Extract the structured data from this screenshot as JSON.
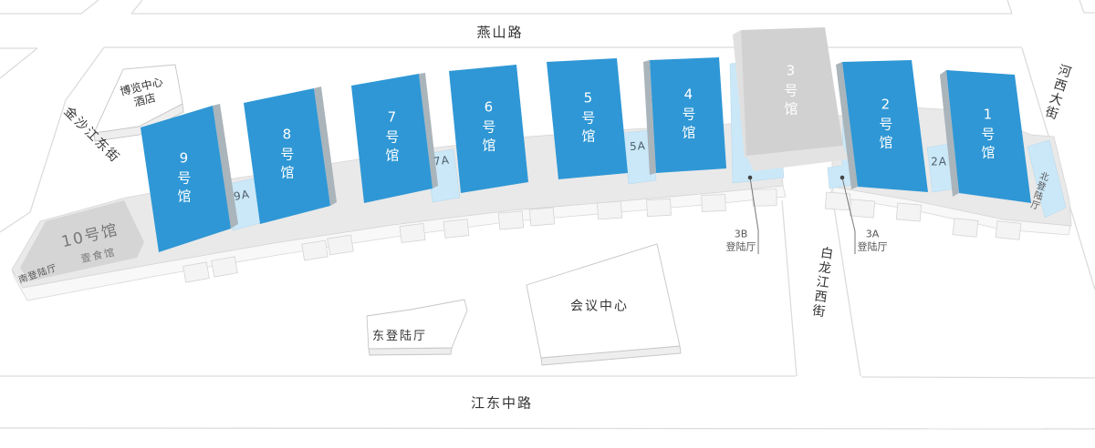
{
  "streets": {
    "yanshan": "燕山路",
    "jiangdong": "江东中路",
    "jinshajiang": "金沙江东街",
    "hexi": "河西大街",
    "bailongjiang": "白龙江西街"
  },
  "halls": {
    "h1": "1号馆",
    "h2": "2号馆",
    "h3": "3号馆",
    "h4": "4号馆",
    "h5": "5号馆",
    "h6": "6号馆",
    "h7": "7号馆",
    "h8": "8号馆",
    "h9": "9号馆",
    "h10": "10号馆",
    "h10_sub": "壹食馆"
  },
  "connectors": {
    "c9a": "9A",
    "c7a": "7A",
    "c5a": "5A",
    "c2a": "2A"
  },
  "landings": {
    "north": "北登陆厅",
    "south": "南登陆厅",
    "east": "东登陆厅",
    "b3": {
      "line1": "3B",
      "line2": "登陆厅"
    },
    "a3": {
      "line1": "3A",
      "line2": "登陆厅"
    }
  },
  "buildings": {
    "hotel": {
      "line1": "博览中心",
      "line2": "酒店"
    },
    "conference": "会议中心"
  },
  "colors": {
    "hall_blue": "#2f97d5",
    "hall_side": "#aab4bb",
    "connector_blue": "#cbe8f8",
    "hall3_gray": "#d1d1d1",
    "hall10_gray": "#d5d5d5",
    "podium_gray": "#e9e9e9",
    "road_line": "#dcdcdc"
  }
}
